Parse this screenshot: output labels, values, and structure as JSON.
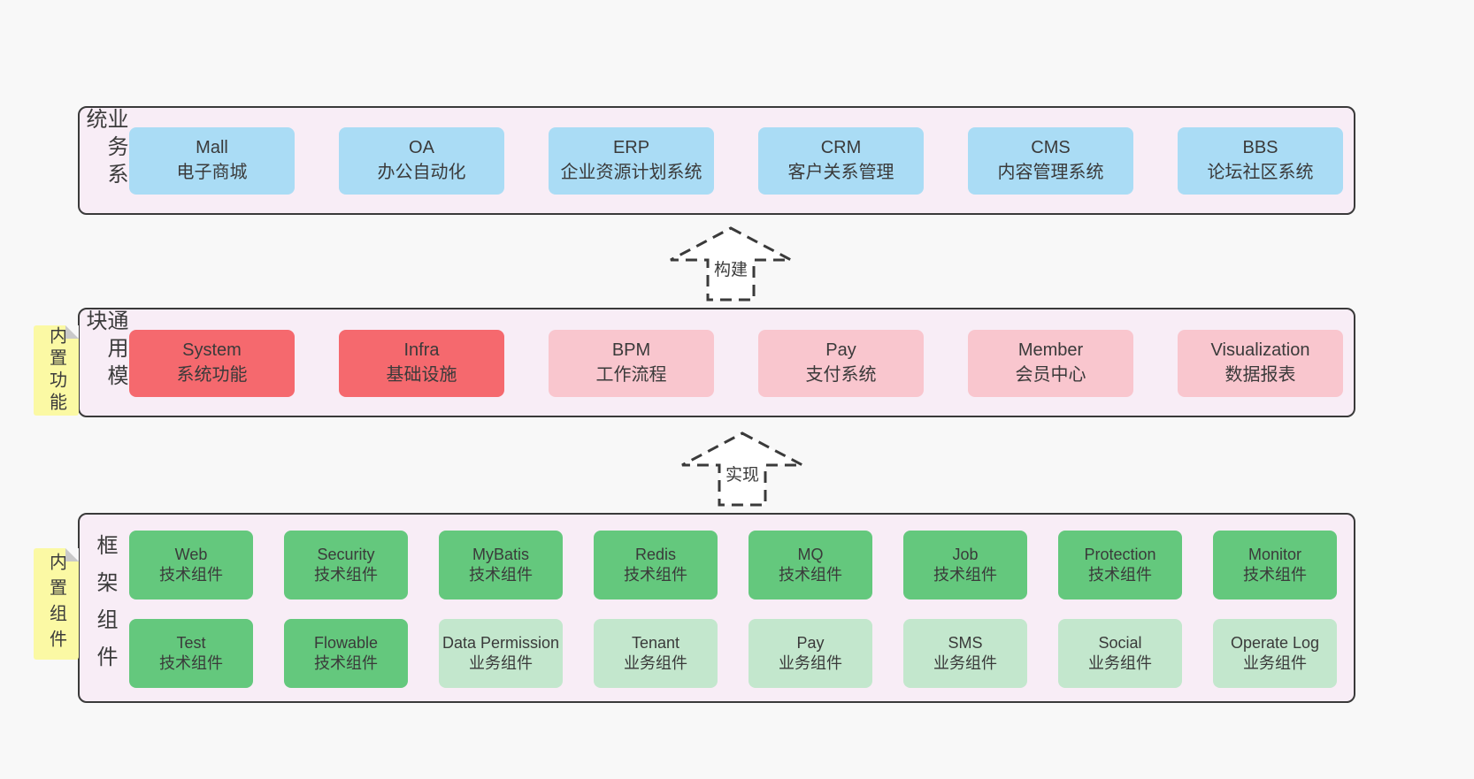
{
  "colors": {
    "page_bg": "#f8f8f8",
    "panel_bg": "#f8edf6",
    "panel_border": "#3a3a3a",
    "business_box": "#aadcf5",
    "core_module_box": "#f5696e",
    "optional_module_box": "#f9c6ce",
    "tech_component_box": "#64c87d",
    "biz_component_box": "#c3e7cd",
    "note_bg": "#fbf9a4",
    "note_fold": "#c9c9c9"
  },
  "arrows": [
    {
      "label": "构建"
    },
    {
      "label": "实现"
    }
  ],
  "sections": [
    {
      "side_label": "业务系统",
      "rows": [
        [
          {
            "title": "Mall",
            "subtitle": "电子商城",
            "variant": "blue"
          },
          {
            "title": "OA",
            "subtitle": "办公自动化",
            "variant": "blue"
          },
          {
            "title": "ERP",
            "subtitle": "企业资源计划系统",
            "variant": "blue"
          },
          {
            "title": "CRM",
            "subtitle": "客户关系管理",
            "variant": "blue"
          },
          {
            "title": "CMS",
            "subtitle": "内容管理系统",
            "variant": "blue"
          },
          {
            "title": "BBS",
            "subtitle": "论坛社区系统",
            "variant": "blue"
          }
        ]
      ]
    },
    {
      "side_label": "通用模块",
      "note": "内置功能",
      "rows": [
        [
          {
            "title": "System",
            "subtitle": "系统功能",
            "variant": "red"
          },
          {
            "title": "Infra",
            "subtitle": "基础设施",
            "variant": "red"
          },
          {
            "title": "BPM",
            "subtitle": "工作流程",
            "variant": "pink"
          },
          {
            "title": "Pay",
            "subtitle": "支付系统",
            "variant": "pink"
          },
          {
            "title": "Member",
            "subtitle": "会员中心",
            "variant": "pink"
          },
          {
            "title": "Visualization",
            "subtitle": "数据报表",
            "variant": "pink"
          }
        ]
      ]
    },
    {
      "side_label": "框架组件",
      "note": "内置组件",
      "rows": [
        [
          {
            "title": "Web",
            "subtitle": "技术组件",
            "variant": "green"
          },
          {
            "title": "Security",
            "subtitle": "技术组件",
            "variant": "green"
          },
          {
            "title": "MyBatis",
            "subtitle": "技术组件",
            "variant": "green"
          },
          {
            "title": "Redis",
            "subtitle": "技术组件",
            "variant": "green"
          },
          {
            "title": "MQ",
            "subtitle": "技术组件",
            "variant": "green"
          },
          {
            "title": "Job",
            "subtitle": "技术组件",
            "variant": "green"
          },
          {
            "title": "Protection",
            "subtitle": "技术组件",
            "variant": "green"
          },
          {
            "title": "Monitor",
            "subtitle": "技术组件",
            "variant": "green"
          }
        ],
        [
          {
            "title": "Test",
            "subtitle": "技术组件",
            "variant": "green"
          },
          {
            "title": "Flowable",
            "subtitle": "技术组件",
            "variant": "green"
          },
          {
            "title": "Data Permission",
            "subtitle": "业务组件",
            "variant": "lightgreen"
          },
          {
            "title": "Tenant",
            "subtitle": "业务组件",
            "variant": "lightgreen"
          },
          {
            "title": "Pay",
            "subtitle": "业务组件",
            "variant": "lightgreen"
          },
          {
            "title": "SMS",
            "subtitle": "业务组件",
            "variant": "lightgreen"
          },
          {
            "title": "Social",
            "subtitle": "业务组件",
            "variant": "lightgreen"
          },
          {
            "title": "Operate Log",
            "subtitle": "业务组件",
            "variant": "lightgreen"
          }
        ]
      ]
    }
  ]
}
